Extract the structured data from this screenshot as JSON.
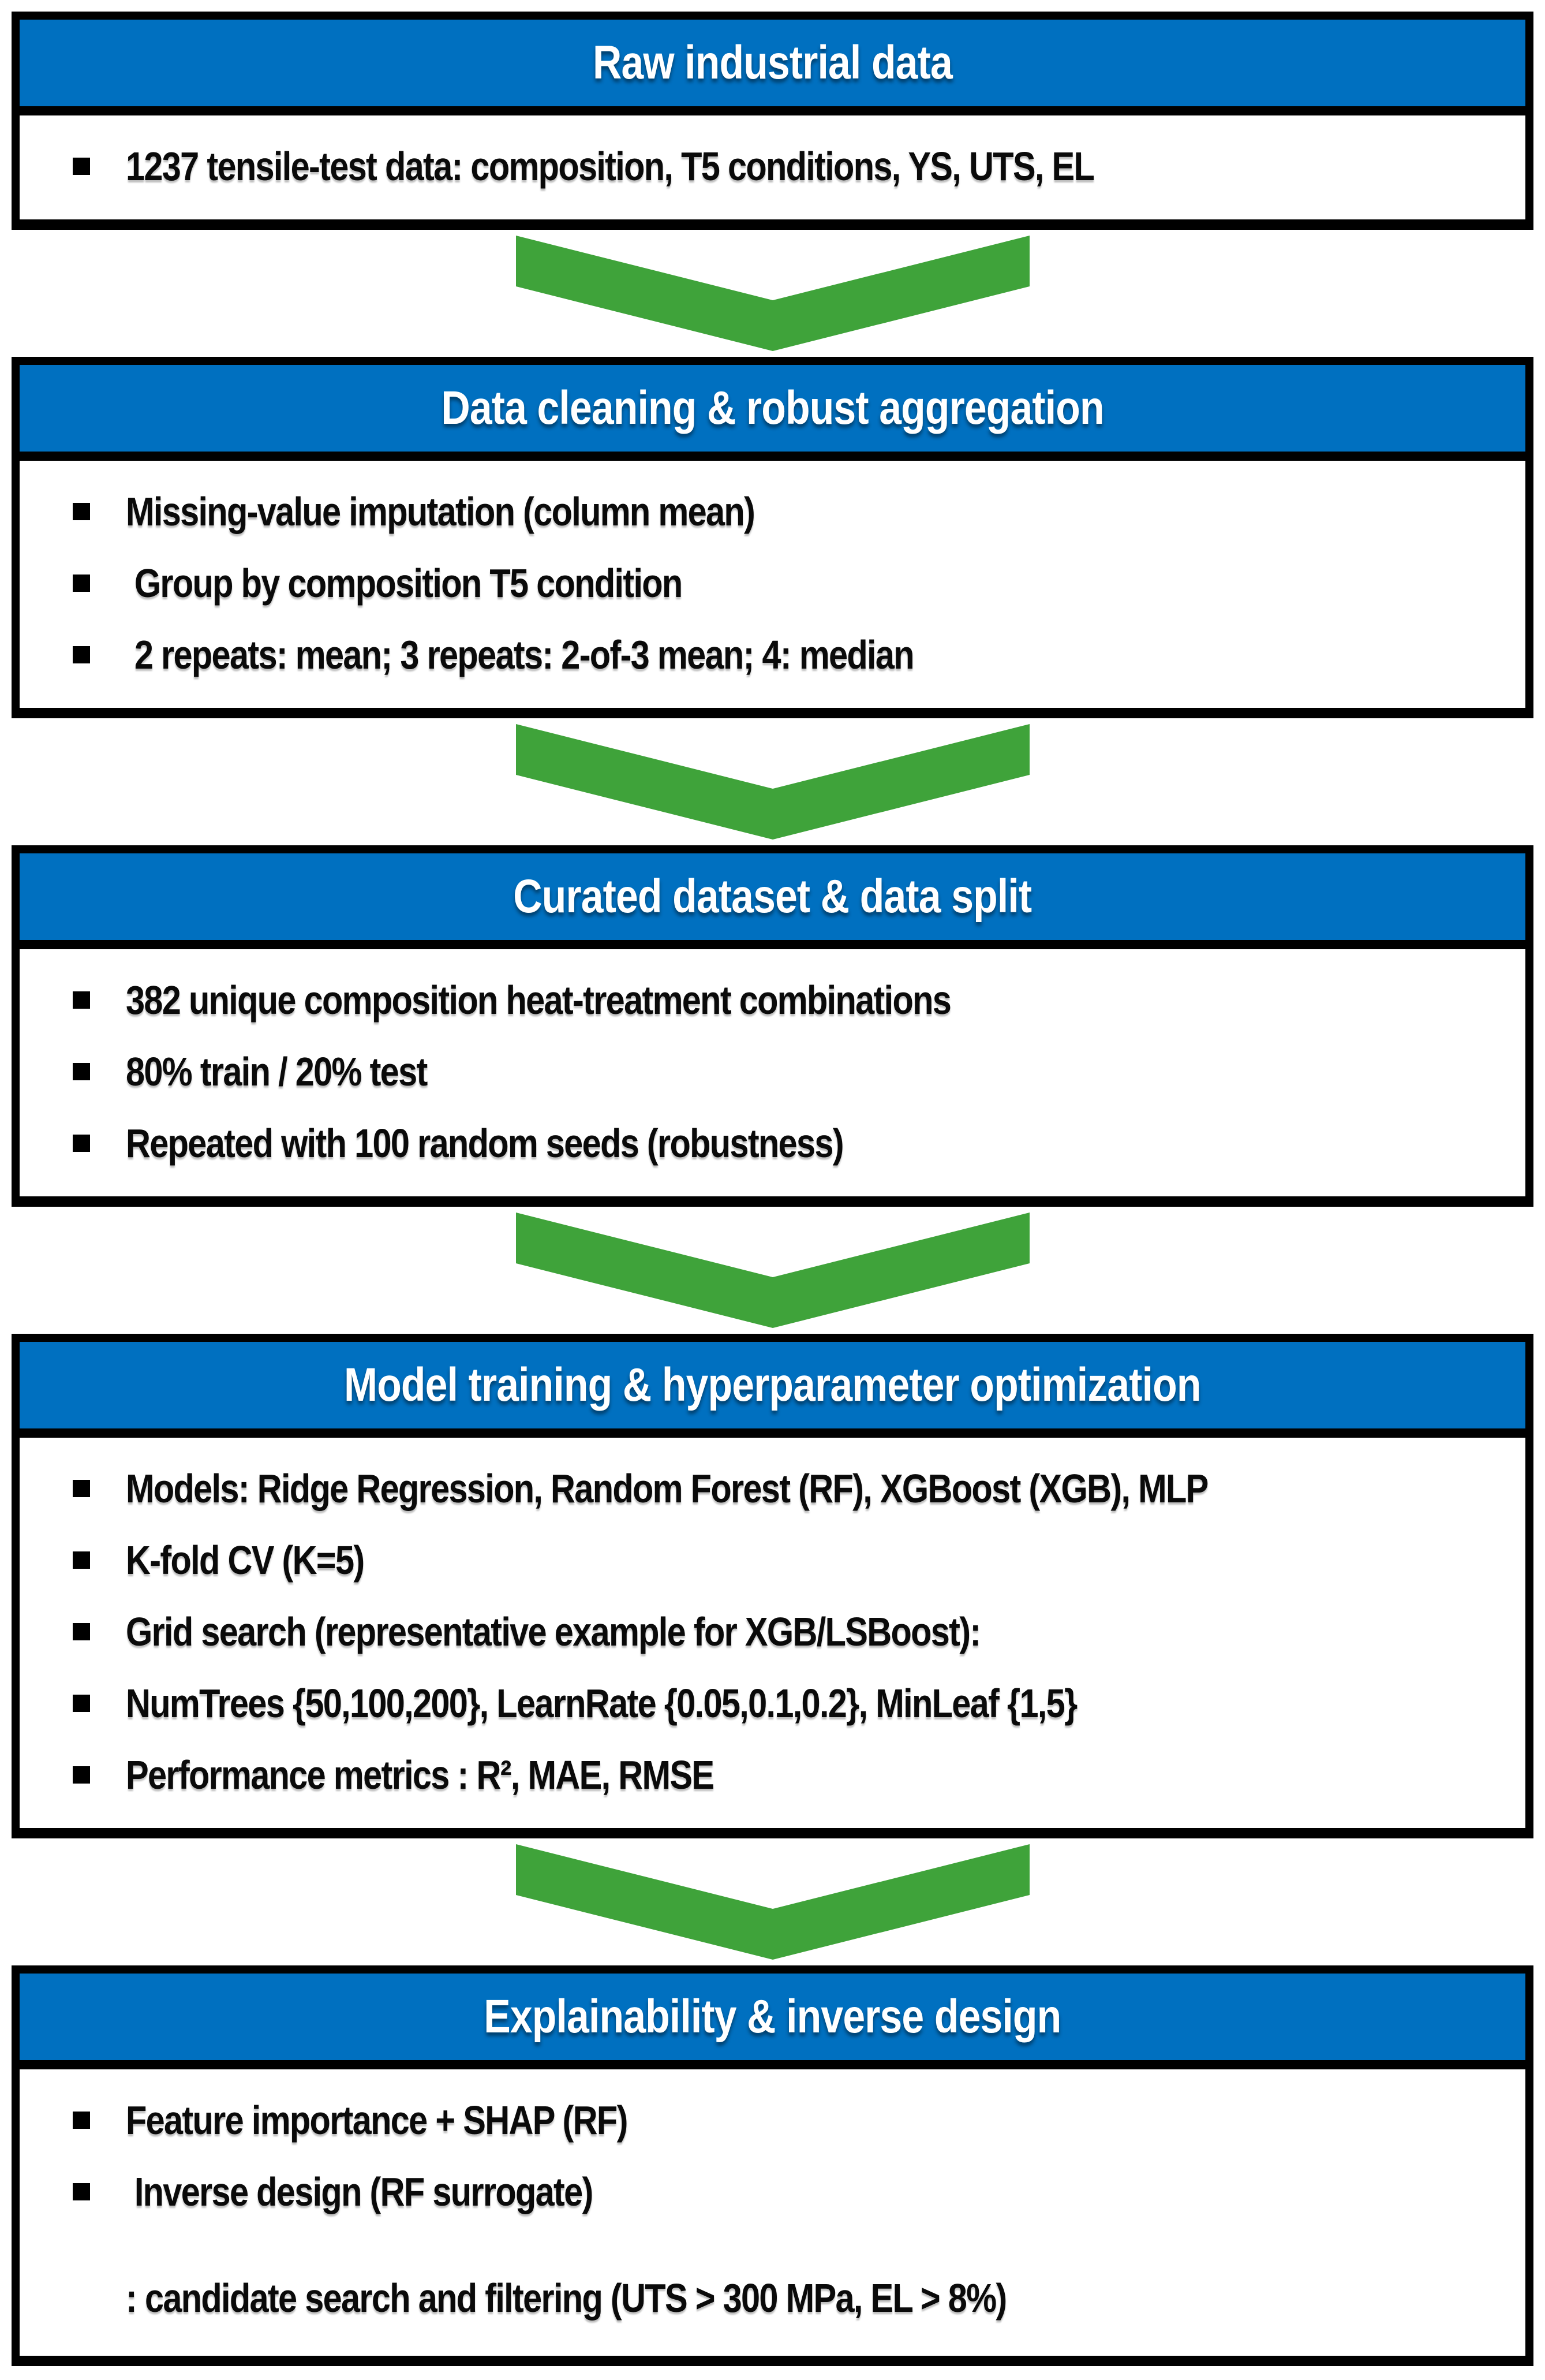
{
  "colors": {
    "header_bg": "#0070C0",
    "header_text": "#FFFFFF",
    "arrow_green": "#3FA33A",
    "border_black": "#000000",
    "body_text": "#0A0A0A"
  },
  "icons": {
    "bullet": "black-square",
    "connector": "chevron-down"
  },
  "flow": {
    "steps": [
      {
        "title": "Raw industrial data",
        "bullets": [
          {
            "marker": true,
            "text": "1237 tensile-test data: composition, T5 conditions, YS, UTS, EL"
          }
        ]
      },
      {
        "title": "Data cleaning & robust aggregation",
        "bullets": [
          {
            "marker": true,
            "text": "Missing-value imputation (column mean)"
          },
          {
            "marker": true,
            "text": " Group by composition T5 condition"
          },
          {
            "marker": true,
            "text": " 2 repeats: mean; 3 repeats: 2-of-3 mean; 4: median"
          }
        ]
      },
      {
        "title": "Curated dataset & data split",
        "bullets": [
          {
            "marker": true,
            "text": "382 unique composition heat-treatment combinations"
          },
          {
            "marker": true,
            "text": "80% train / 20% test"
          },
          {
            "marker": true,
            "text": "Repeated with 100 random seeds (robustness)"
          }
        ]
      },
      {
        "title": "Model training & hyperparameter optimization",
        "bullets": [
          {
            "marker": true,
            "text": "Models: Ridge Regression, Random Forest (RF), XGBoost (XGB), MLP"
          },
          {
            "marker": true,
            "text": "K-fold CV (K=5)"
          },
          {
            "marker": true,
            "text": "Grid search (representative example for XGB/LSBoost):"
          },
          {
            "marker": true,
            "text": "NumTrees {50,100,200}, LearnRate {0.05,0.1,0.2}, MinLeaf {1,5}"
          },
          {
            "marker": true,
            "text": "Performance metrics : R², MAE, RMSE"
          }
        ]
      },
      {
        "title": "Explainability & inverse design",
        "bullets": [
          {
            "marker": true,
            "text": "Feature importance + SHAP (RF)"
          },
          {
            "marker": true,
            "text": " Inverse design (RF surrogate)"
          },
          {
            "marker": false,
            "text": ": candidate search and filtering (UTS > 300 MPa, EL > 8%)"
          }
        ]
      }
    ]
  }
}
